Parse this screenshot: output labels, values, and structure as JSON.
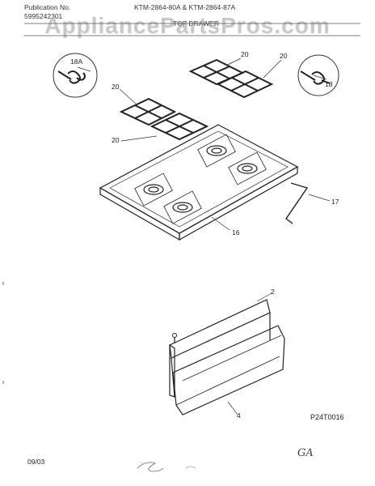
{
  "header": {
    "publication_label": "Publication No.",
    "publication_number": "5995242301",
    "model_numbers": "KTM-2864-80A & KTM-2864-87A",
    "section_title": "TOP DRAWER"
  },
  "watermark": "AppliancePartsPros.com",
  "callouts": {
    "c18A": "18A",
    "c18": "18",
    "c20a": "20",
    "c20b": "20",
    "c20c": "20",
    "c20d": "20",
    "c17": "17",
    "c16": "16",
    "c2": "2",
    "c4": "4"
  },
  "diagram_code": "P24T0016",
  "date": "09/03",
  "handwriting": "GA"
}
